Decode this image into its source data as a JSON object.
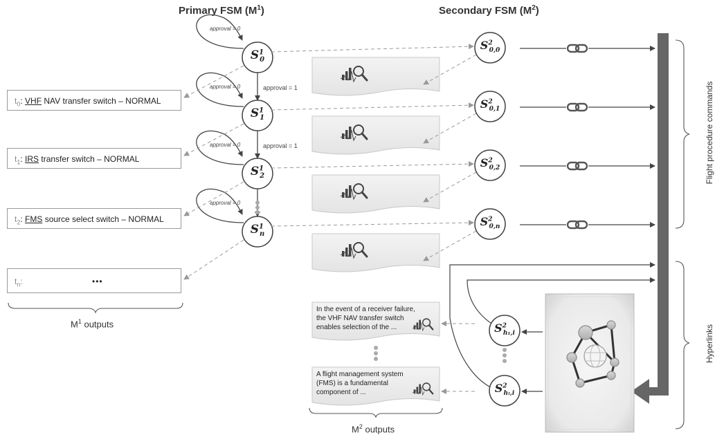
{
  "titles": {
    "primary": "Primary FSM  (M",
    "primary_sup": "1",
    "primary_close": ")",
    "secondary": "Secondary FSM (M",
    "secondary_sup": "2",
    "secondary_close": ")"
  },
  "primary_states": [
    {
      "base": "S",
      "sup": "1",
      "sub": "0"
    },
    {
      "base": "S",
      "sup": "1",
      "sub": "1"
    },
    {
      "base": "S",
      "sup": "1",
      "sub": "2"
    },
    {
      "base": "S",
      "sup": "1",
      "sub": "n"
    }
  ],
  "secondary_states": [
    {
      "base": "S",
      "sup": "2",
      "sub": "0,0"
    },
    {
      "base": "S",
      "sup": "2",
      "sub": "0,1"
    },
    {
      "base": "S",
      "sup": "2",
      "sub": "0,2"
    },
    {
      "base": "S",
      "sup": "2",
      "sub": "0,n"
    },
    {
      "base": "S",
      "sup": "2",
      "sub": "h₁,i"
    },
    {
      "base": "S",
      "sup": "2",
      "sub": "hₗ,i"
    }
  ],
  "transitions": {
    "self_loop": "approval = 0",
    "next": "approval = 1"
  },
  "outputs": [
    {
      "t": "t",
      "tsub": "0",
      "sep": ": ",
      "u": "VHF",
      "rest": " NAV transfer switch – NORMAL"
    },
    {
      "t": "t",
      "tsub": "1",
      "sep": ": ",
      "u": "IRS",
      "rest": " transfer switch – NORMAL"
    },
    {
      "t": "t",
      "tsub": "2",
      "sep": ": ",
      "u": "FMS",
      "rest": " source select switch – NORMAL"
    },
    {
      "t": "t",
      "tsub": "n",
      "sep": ":",
      "u": "",
      "rest": ""
    }
  ],
  "ellipsis": "•••",
  "m1_caption": {
    "text": "M",
    "sup": "1",
    "rest": " outputs"
  },
  "m2_caption": {
    "text": "M",
    "sup": "2",
    "rest": " outputs"
  },
  "snippets": [
    {
      "lines": [
        "In the event of a receiver failure,",
        "the VHF NAV transfer switch",
        "enables selection of the  ..."
      ]
    },
    {
      "lines": [
        "A flight management system",
        "(FMS) is a fundamental",
        "component of ..."
      ]
    }
  ],
  "right_labels": {
    "commands": "Flight procedure commands",
    "hyperlinks": "Hyperlinks"
  },
  "icons": [
    "chart-search-icon",
    "chain-link-icon",
    "knowledge-graph-icon",
    "globe-icon"
  ]
}
